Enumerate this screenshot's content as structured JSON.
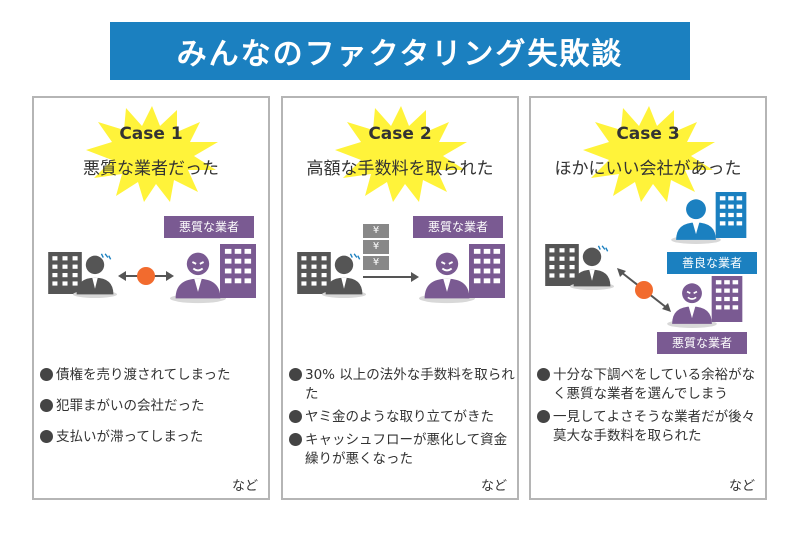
{
  "title": "みんなのファクタリング失敗談",
  "cases": [
    {
      "label": "Case 1",
      "subtitle": "悪質な業者だった",
      "tag": "悪質な業者",
      "items": [
        "債権を売り渡されてしまった",
        "犯罪まがいの会社だった",
        "支払いが滞ってしまった"
      ],
      "footer": "など"
    },
    {
      "label": "Case 2",
      "subtitle": "高額な手数料を取られた",
      "tag": "悪質な業者",
      "coin_symbol": "¥",
      "items": [
        "30% 以上の法外な手数料を取られた",
        "ヤミ金のような取り立てがきた",
        "キャッシュフローが悪化して資金繰りが悪くなった"
      ],
      "footer": "など"
    },
    {
      "label": "Case 3",
      "subtitle": "ほかにいい会社があった",
      "tag_good": "善良な業者",
      "tag_bad": "悪質な業者",
      "items": [
        "十分な下調べをしている余裕がなく悪質な業者を選んでしまう",
        "一見してよさそうな業者だが後々莫大な手数料を取られた"
      ],
      "footer": "など"
    }
  ],
  "colors": {
    "title_bg": "#1b80c0",
    "bad_tag": "#7a5a92",
    "good_tag": "#1b80c0",
    "burst": "#fff33a",
    "orange": "#f26b2e"
  }
}
